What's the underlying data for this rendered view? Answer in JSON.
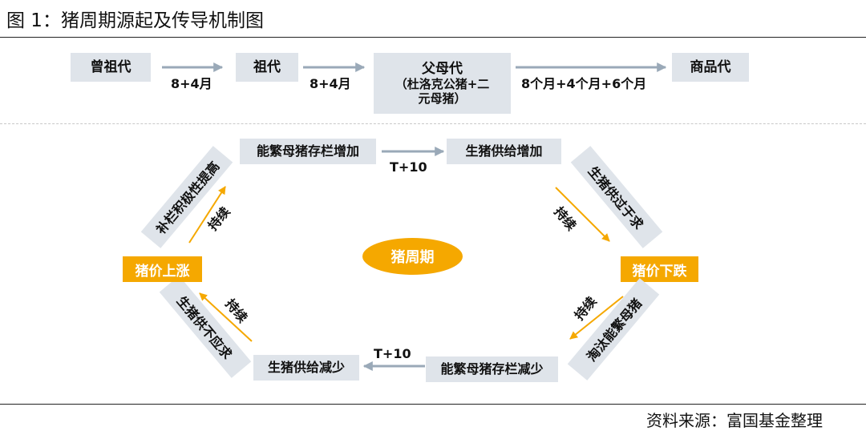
{
  "title": "图 1：猪周期源起及传导机制图",
  "generations": {
    "g1": "曾祖代",
    "g2": "祖代",
    "g3_line1": "父母代",
    "g3_line2": "（杜洛克公猪+二",
    "g3_line3": "元母猪）",
    "g4": "商品代",
    "a1": "8+4月",
    "a2": "8+4月",
    "a3": "8个月+4个月+6个月"
  },
  "cycle": {
    "center": "猪周期",
    "top_left": "能繁母猪存栏增加",
    "top_right": "生猪供给增加",
    "top_lag": "T+10",
    "right_upper": "生猪供过于求",
    "right_upper_note": "持续",
    "right": "猪价下跌",
    "right_lower": "淘汰能繁母猪",
    "right_lower_note": "持续",
    "bottom_right": "能繁母猪存栏减少",
    "bottom_left": "生猪供给减少",
    "bottom_lag": "T+10",
    "left_lower": "生猪供不应求",
    "left_lower_note": "持续",
    "left": "猪价上涨",
    "left_upper": "补栏积极性提高",
    "left_upper_note": "持续"
  },
  "source": "资料来源：富国基金整理",
  "colors": {
    "accent": "#f5a800",
    "box": "#dfe4ea",
    "arrow": "#9aa9b8"
  }
}
